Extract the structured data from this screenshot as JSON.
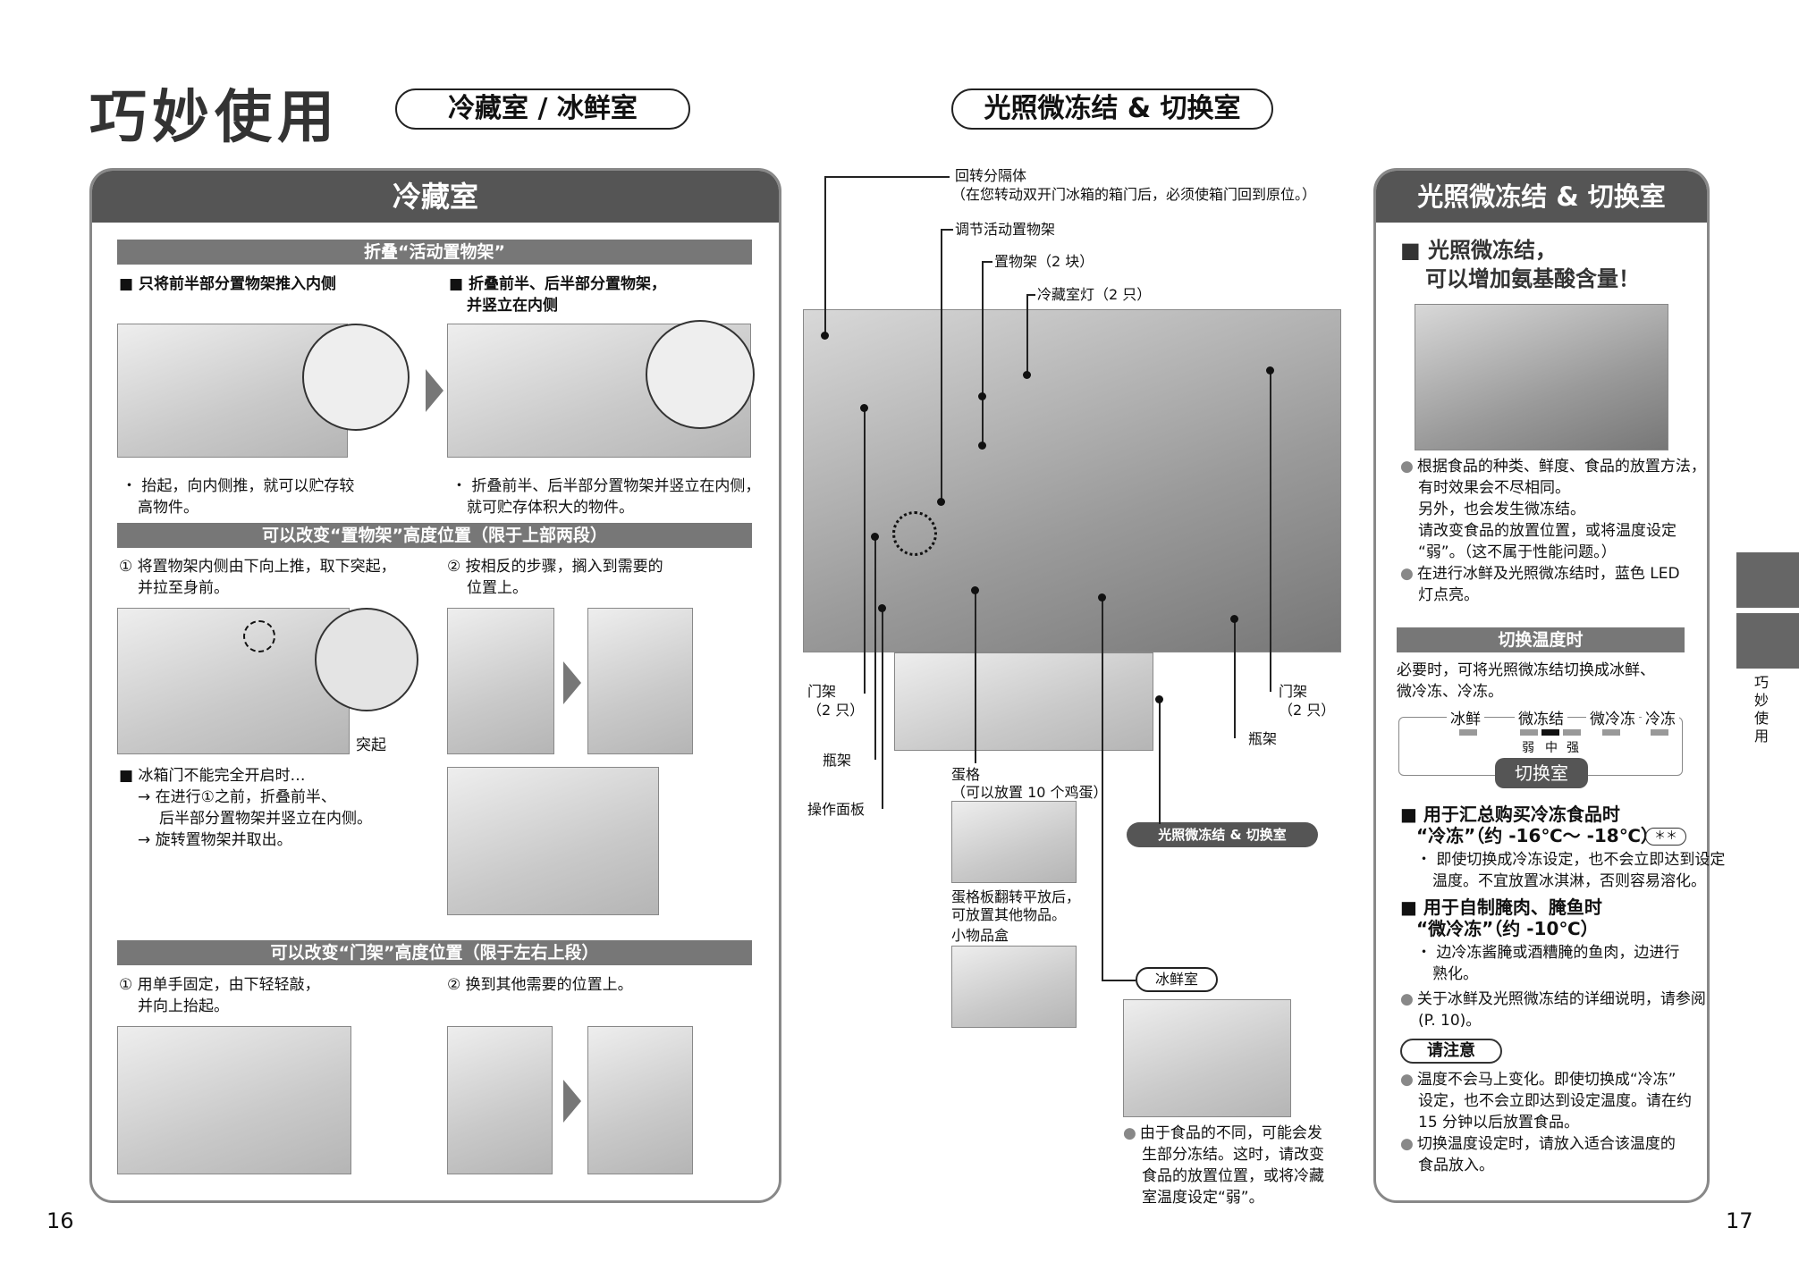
{
  "page": {
    "title": "巧妙使用",
    "pill_left": "冷藏室 / 冰鲜室",
    "pill_right": "光照微冻结 & 切换室",
    "page_left": "16",
    "page_right": "17",
    "side_tab": "巧妙使用"
  },
  "fridge_panel": {
    "header": "冷藏室",
    "fold": {
      "bar": "折叠“活动置物架”",
      "h1": "■ 只将前半部分置物架推入内侧",
      "h2_l1": "■ 折叠前半、后半部分置物架，",
      "h2_l2": "并竖立在内侧",
      "n1_l1": "・ 抬起，向内侧推，就可以贮存较",
      "n1_l2": "高物件。",
      "n2_l1": "・ 折叠前半、后半部分置物架并竖立在内侧，",
      "n2_l2": "就可贮存体积大的物件。"
    },
    "shelf": {
      "bar": "可以改变“置物架”高度位置（限于上部两段）",
      "s1_l1": "① 将置物架内侧由下向上推，取下突起，",
      "s1_l2": "并拉至身前。",
      "s2_l1": "② 按相反的步骤，搁入到需要的",
      "s2_l2": "位置上。",
      "protrusion": "突起",
      "note_l1": "■ 冰箱门不能完全开启时…",
      "note_l2": "→ 在进行①之前，折叠前半、",
      "note_l3": "后半部分置物架并竖立在内侧。",
      "note_l4": "→ 旋转置物架并取出。"
    },
    "door": {
      "bar": "可以改变“门架”高度位置（限于左右上段）",
      "s1_l1": "① 用单手固定，由下轻轻敲，",
      "s1_l2": "并向上抬起。",
      "s2": "② 换到其他需要的位置上。"
    }
  },
  "center": {
    "c1_l1": "回转分隔体",
    "c1_l2": "（在您转动双开门冰箱的箱门后，必须使箱门回到原位。）",
    "c2": "调节活动置物架",
    "c3": "置物架（2 块）",
    "c4": "冷藏室灯（2 只）",
    "door_left_l1": "门架",
    "door_left_l2": "（2 只）",
    "bottle_left": "瓶架",
    "control": "操作面板",
    "door_right_l1": "门架",
    "door_right_l2": "（2 只）",
    "bottle_right": "瓶架",
    "egg_l1": "蛋格",
    "egg_l2": "（可以放置 10 个鸡蛋）",
    "egg_note_l1": "蛋格板翻转平放后，",
    "egg_note_l2": "可放置其他物品。",
    "small_box": "小物品盒",
    "pill_switch": "光照微冻结 & 切换室",
    "pill_chill": "冰鲜室",
    "chill_l1": "由于食品的不同，可能会发",
    "chill_l2": "生部分冻结。这时，请改变",
    "chill_l3": "食品的放置位置，或将冷藏",
    "chill_l4": "室温度设定“弱”。"
  },
  "right_panel": {
    "header": "光照微冻结 & 切换室",
    "head_l1": "■ 光照微冻结，",
    "head_l2": "可以增加氨基酸含量！",
    "b1_l1": "根据食品的种类、鲜度、食品的放置方法，",
    "b1_l2": "有时效果会不尽相同。",
    "b1_l3": "另外，也会发生微冻结。",
    "b1_l4": "请改变食品的放置位置，或将温度设定",
    "b1_l5": "“弱”。（这不属于性能问题。）",
    "b2_l1": "在进行冰鲜及光照微冻结时，蓝色 LED",
    "b2_l2": "灯点亮。",
    "bar": "切换温度时",
    "intro_l1": "必要时，可将光照微冻结切换成冰鲜、",
    "intro_l2": "微冷冻、冷冻。",
    "ctl_ice": "冰鲜",
    "ctl_micro": "微冻结",
    "ctl_cool": "微冷冻",
    "ctl_freeze": "冷冻",
    "ctl_weak": "弱",
    "ctl_mid": "中",
    "ctl_strong": "强",
    "ctl_button": "切换室",
    "f1_l1": "■ 用于汇总购买冷冻食品时",
    "f1_l2": "“冷冻”（约 -16℃～ -18℃）",
    "f1_badge": "＊＊",
    "f1_n1": "・ 即使切换成冷冻设定，也不会立即达到设定",
    "f1_n2": "温度。不宜放置冰淇淋，否则容易溶化。",
    "f2_l1": "■ 用于自制腌肉、腌鱼时",
    "f2_l2": "“微冷冻”（约 -10℃）",
    "f2_n1": "・ 边冷冻酱腌或酒糟腌的鱼肉，边进行",
    "f2_n2": "熟化。",
    "b3_l1": "关于冰鲜及光照微冻结的详细说明，请参阅",
    "b3_l2": "(P. 10)。",
    "caution": "请注意",
    "b4_l1": "温度不会马上变化。即使切换成“冷冻”",
    "b4_l2": "设定，也不会立即达到设定温度。请在约",
    "b4_l3": "15 分钟以后放置食品。",
    "b5_l1": "切换温度设定时，请放入适合该温度的",
    "b5_l2": "食品放入。"
  }
}
